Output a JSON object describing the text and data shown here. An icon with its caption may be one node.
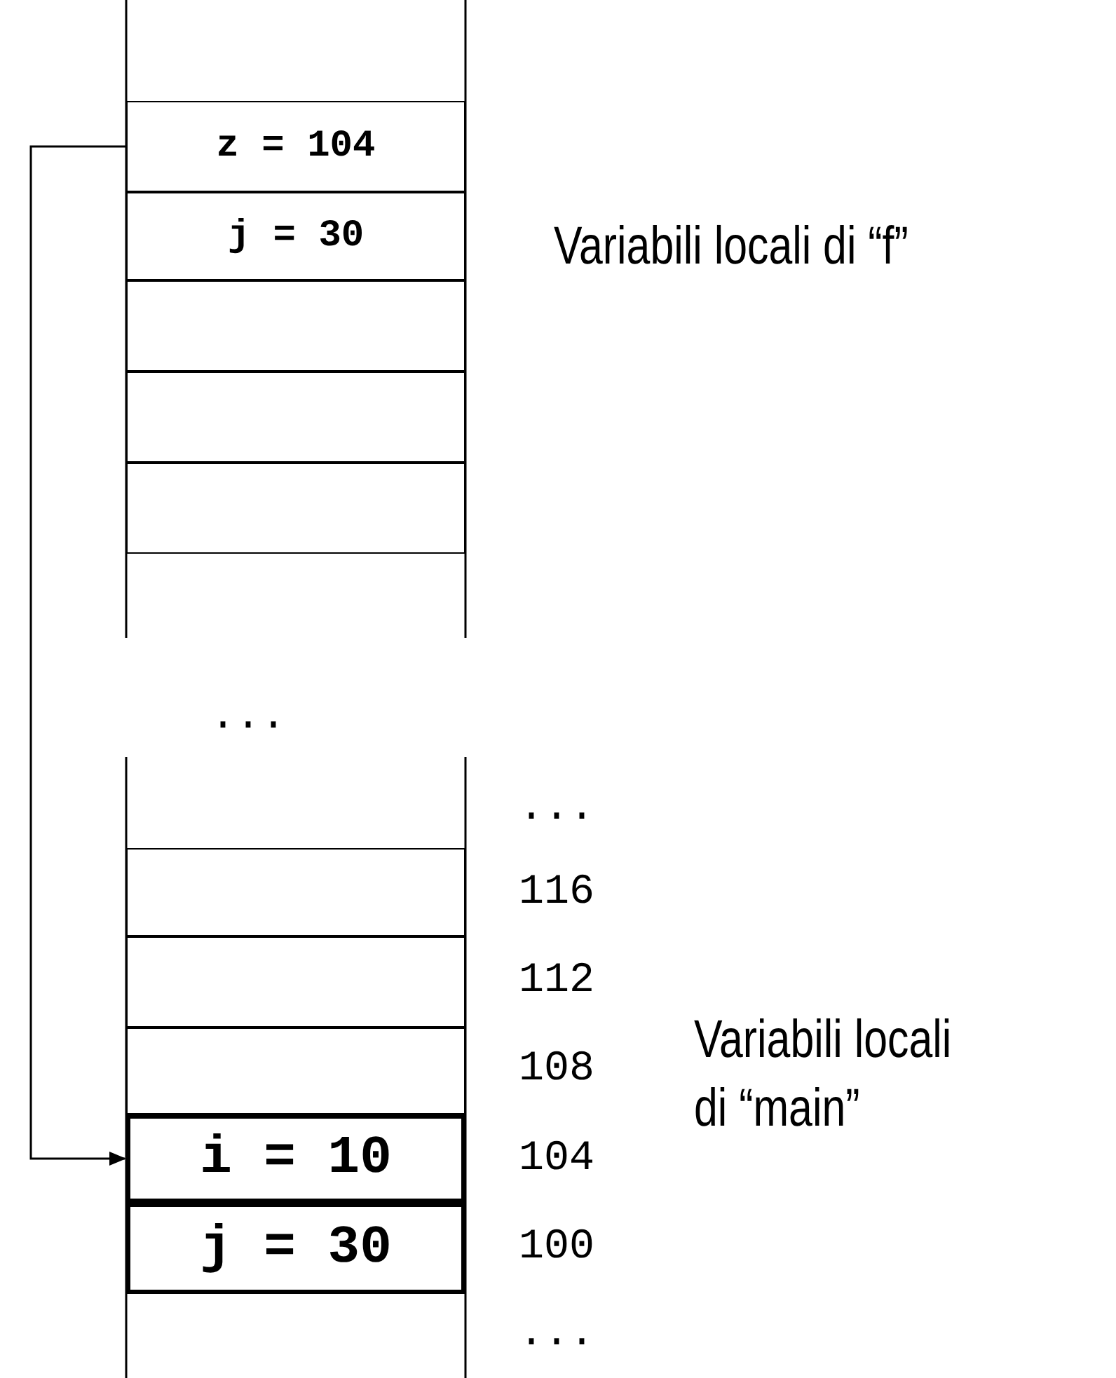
{
  "diagram": {
    "nodes": [
      {
        "text": [
          "z = 104"
        ]
      },
      {
        "text": [
          "j = 30"
        ]
      },
      {
        "text": [],
        "shape": "box"
      },
      {
        "text": [],
        "shape": "box"
      },
      {
        "text": [],
        "shape": "box"
      },
      {
        "text": [],
        "shape": "box"
      },
      {
        "text": [],
        "shape": "box"
      },
      {
        "text": [],
        "shape": "box"
      },
      {
        "text": [
          "i = 10"
        ]
      },
      {
        "text": [
          "j = 30"
        ]
      }
    ],
    "edges": [
      {
        "from": 0,
        "to": 8,
        "arrow": "to"
      }
    ],
    "labels": [
      "Variabili locali di “f”",
      "...",
      "...",
      "116",
      "112",
      "108",
      "Variabili locali di “main”",
      "104",
      "100",
      "..."
    ]
  }
}
